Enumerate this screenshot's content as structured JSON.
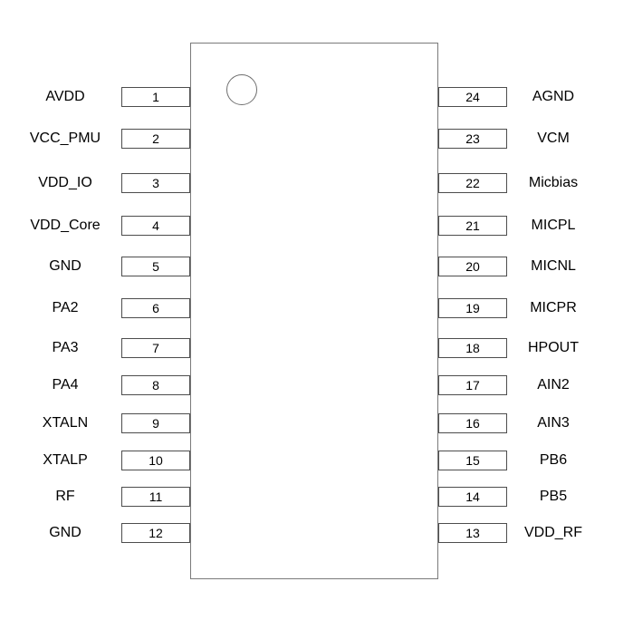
{
  "diagram": {
    "kind": "ic-pinout-diagram",
    "package_pin_count": 24,
    "pin1_indicator": "circle"
  },
  "colors": {
    "background": "#ffffff",
    "chip_border": "#7a7a7a",
    "pin_box_border": "#4d4d4d",
    "text": "#000000"
  },
  "left_pins": [
    {
      "number": "1",
      "label": "AVDD"
    },
    {
      "number": "2",
      "label": "VCC_PMU"
    },
    {
      "number": "3",
      "label": "VDD_IO"
    },
    {
      "number": "4",
      "label": "VDD_Core"
    },
    {
      "number": "5",
      "label": "GND"
    },
    {
      "number": "6",
      "label": "PA2"
    },
    {
      "number": "7",
      "label": "PA3"
    },
    {
      "number": "8",
      "label": "PA4"
    },
    {
      "number": "9",
      "label": "XTALN"
    },
    {
      "number": "10",
      "label": "XTALP"
    },
    {
      "number": "11",
      "label": "RF"
    },
    {
      "number": "12",
      "label": "GND"
    }
  ],
  "right_pins": [
    {
      "number": "24",
      "label": "AGND"
    },
    {
      "number": "23",
      "label": "VCM"
    },
    {
      "number": "22",
      "label": "Micbias"
    },
    {
      "number": "21",
      "label": "MICPL"
    },
    {
      "number": "20",
      "label": "MICNL"
    },
    {
      "number": "19",
      "label": "MICPR"
    },
    {
      "number": "18",
      "label": "HPOUT"
    },
    {
      "number": "17",
      "label": "AIN2"
    },
    {
      "number": "16",
      "label": "AIN3"
    },
    {
      "number": "15",
      "label": "PB6"
    },
    {
      "number": "14",
      "label": "PB5"
    },
    {
      "number": "13",
      "label": "VDD_RF"
    }
  ]
}
